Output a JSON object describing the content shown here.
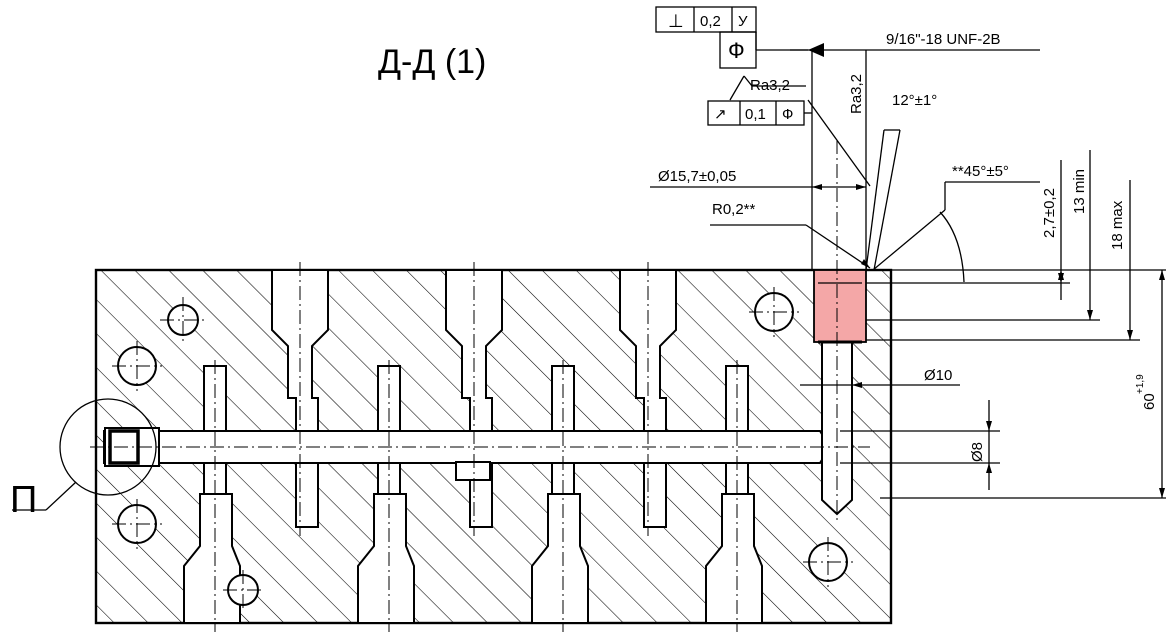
{
  "section_title": "Д-Д (1)",
  "view_label": "П",
  "tolerance_frame_1": {
    "symbol": "⊥",
    "value": "0,2",
    "datum": "У"
  },
  "datum_label": "Ф",
  "tolerance_frame_2": {
    "symbol": "↗",
    "value": "0,1",
    "datum": "Ф"
  },
  "roughness_1": "Ra3,2",
  "roughness_2": "Ra3,2",
  "thread_spec": "9/16\"-18 UNF-2B",
  "angle_12": "12°±1°",
  "angle_45": "**45°±5°",
  "diameter_15": "Ø15,7±0,05",
  "radius": "R0,2**",
  "depth_27": "2,7±0,2",
  "depth_13": "13 min",
  "depth_18": "18 max",
  "diameter_10": "Ø10",
  "diameter_8": "Ø8",
  "height_60": "60",
  "height_60_tol": "+1,9",
  "colors": {
    "highlight": "#f4a7a7",
    "line": "#000000"
  }
}
